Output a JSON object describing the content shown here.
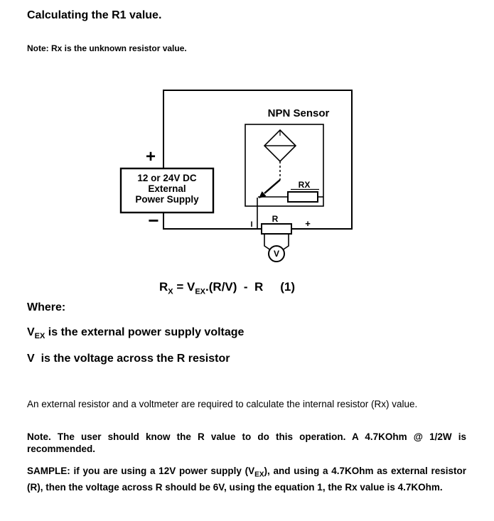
{
  "page": {
    "title": "Calculating the R1 value.",
    "note": "Note: Rx is the unknown resistor value."
  },
  "diagram": {
    "sensor_label": "NPN Sensor",
    "supply_line1": "12 or 24V DC",
    "supply_line2": "External",
    "supply_line3": "Power Supply",
    "plus_top": "+",
    "minus_bottom": "−",
    "rx_label": "RX",
    "current_label": "I",
    "r_label": "R",
    "plus_right": "+",
    "voltmeter_label": "V"
  },
  "equation": {
    "lhs": "R",
    "lhs_sub": "X",
    "mid": " = V",
    "mid_sub": "EX",
    "tail": ".(R/V)  -  R",
    "number": "(1)"
  },
  "where": {
    "label": "Where:",
    "vex_pre": "V",
    "vex_sub": "EX",
    "vex_rest": " is the external power supply voltage",
    "v_line": "V  is the voltage across the R resistor"
  },
  "paragraphs": {
    "p1": "An external resistor and a voltmeter are required to calculate the internal resistor (Rx) value.",
    "p2": "Note.  The user should know the R value to do this operation. A 4.7KOhm @ 1/2W is recommended.",
    "p3_pre": "SAMPLE: if you are using a 12V power supply (V",
    "p3_sub": "EX",
    "p3_post": "), and using a 4.7KOhm as external resistor (R), then the voltage across R should be 6V, using the equation 1, the Rx value is 4.7KOhm."
  }
}
